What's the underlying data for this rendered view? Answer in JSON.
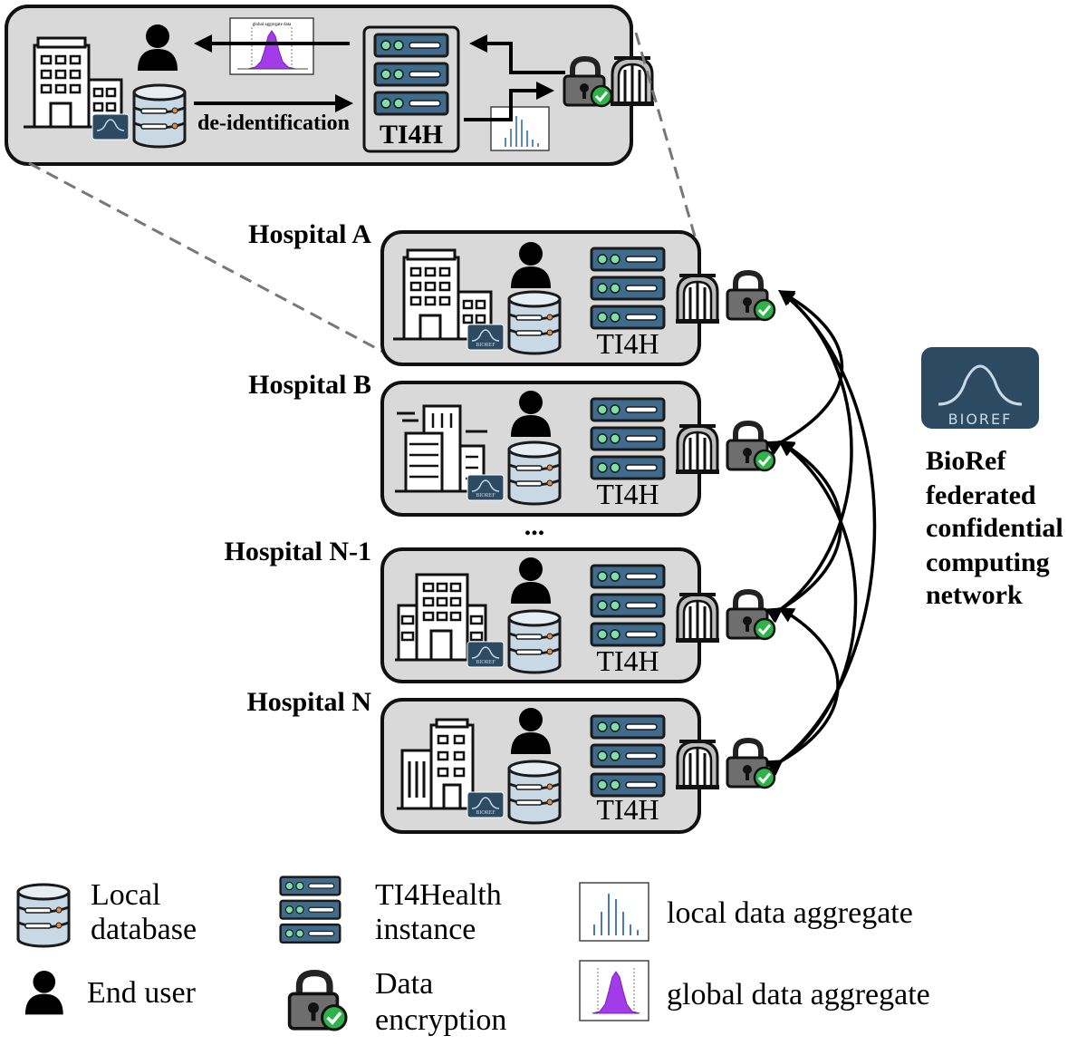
{
  "zoom_panel": {
    "deid_label": "de-identification",
    "server_label": "TI4H",
    "global_chart_caption": "global aggregate data"
  },
  "hospitals": [
    {
      "name": "Hospital A",
      "server_label": "TI4H",
      "logo_text": "BIOREF"
    },
    {
      "name": "Hospital B",
      "server_label": "TI4H",
      "logo_text": "BIOREF"
    },
    {
      "name": "Hospital N-1",
      "server_label": "TI4H",
      "logo_text": "BIOREF"
    },
    {
      "name": "Hospital N",
      "server_label": "TI4H",
      "logo_text": "BIOREF"
    }
  ],
  "ellipsis": "...",
  "network": {
    "logo_text": "BIOREF",
    "caption_lines": [
      "BioRef",
      "federated",
      "confidential",
      "computing",
      "network"
    ]
  },
  "legend": {
    "local_database": [
      "Local",
      "database"
    ],
    "ti4health": [
      "TI4Health",
      "instance"
    ],
    "local_aggregate": "local data aggregate",
    "end_user": "End user",
    "encryption": [
      "Data",
      "encryption"
    ],
    "global_aggregate": "global data aggregate"
  },
  "colors": {
    "panel_fill": "#d9d9d9",
    "server_blue": "#3f6b8c",
    "logo_navy": "#2d4a63",
    "histogram_purple": "#a23be8",
    "histogram_blue": "#4a78c8",
    "check_green": "#2eb34a"
  }
}
